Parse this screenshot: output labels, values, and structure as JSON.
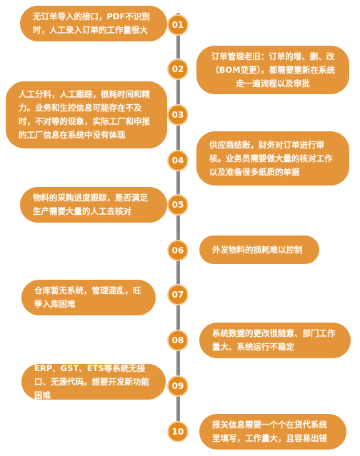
{
  "items": [
    {
      "num": "01",
      "text": "无订单导入的接口，PDF不识别时，人工录入订单的工作量很大"
    },
    {
      "num": "02",
      "text": "订单管理老旧：订单的增、删、改（BOM变更）。都需要重新在系统走一遍流程以及审批"
    },
    {
      "num": "03",
      "text": "人工分料，人工跟踪，很耗时间和精力。业务和生控信息可能存在不及时，不对等的现象，实际工厂和申报的工厂信息在系统中没有体现"
    },
    {
      "num": "04",
      "text": "供应商结账，财务对订单进行审核。业务员需要做大量的核对工作以及准备很多纸质的单据"
    },
    {
      "num": "05",
      "text": "物料的采购进度跟踪，是否满足生产需要大量的人工去核对"
    },
    {
      "num": "06",
      "text": "外发物料的损耗难以控制"
    },
    {
      "num": "07",
      "text": "仓库暂无系统，管理混乱，旺季入库困难"
    },
    {
      "num": "08",
      "text": "系统数据的更改很随意、部门工作量大、系统运行不稳定"
    },
    {
      "num": "09",
      "text": "ERP、GST、ETS等系统无接口、无源代码。想要开发新功能困难"
    },
    {
      "num": "10",
      "text": "报关信息需要一个个在货代系统里填写，工作量大，且容易出错"
    }
  ]
}
